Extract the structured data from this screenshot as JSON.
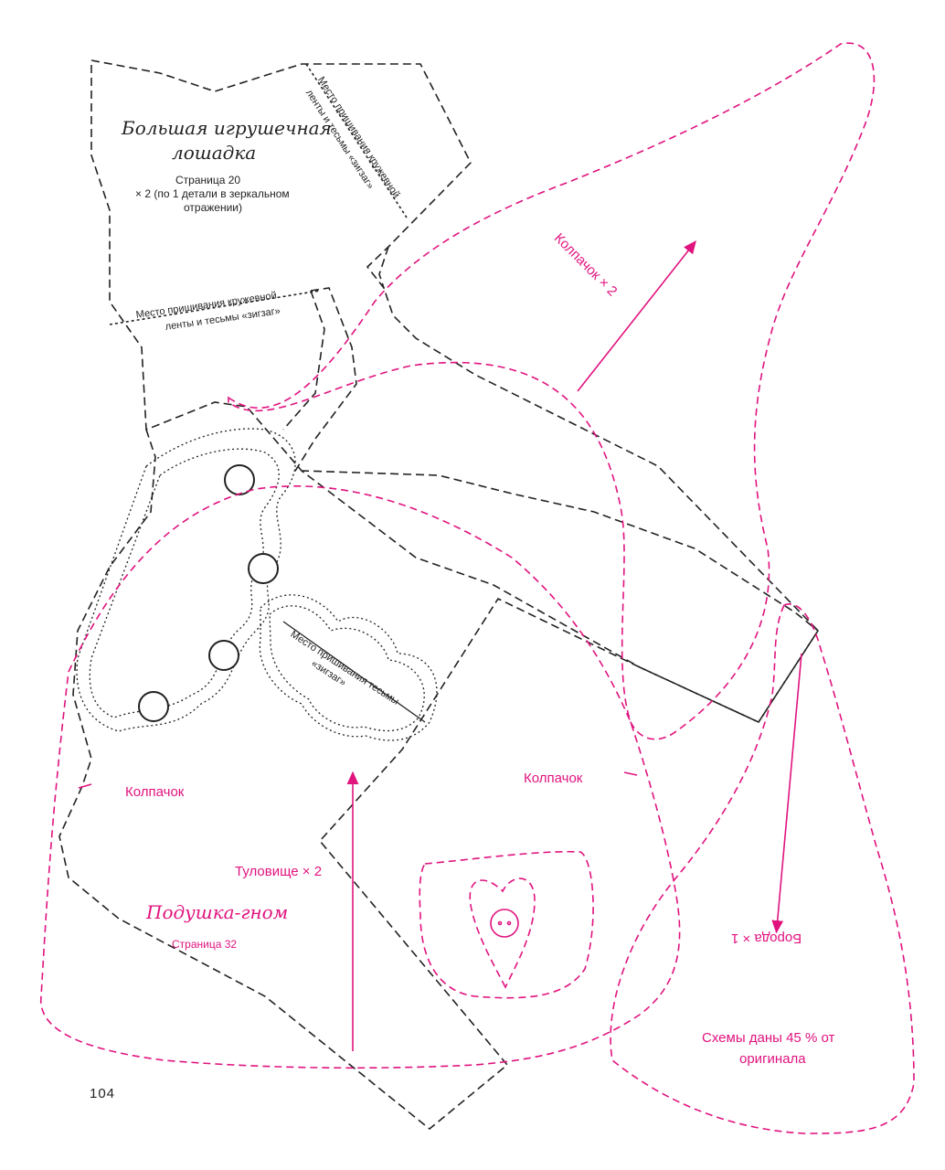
{
  "colors": {
    "ink": "#222222",
    "accent": "#e0137f"
  },
  "horse": {
    "title_line1": "Большая игрушечная",
    "title_line2": "лошадка",
    "page_ref": "Страница 20",
    "count_line1": "× 2 (по 1 детали в зеркальном",
    "count_line2": "отражении)",
    "lace_line_top_1": "Место пришивания кружевной",
    "lace_line_top_2": "ленты и тесьмы «зигзаг»",
    "lace_line_mid_1": "Место пришивания кружевной",
    "lace_line_mid_2": "ленты и тесьмы «зигзаг»",
    "zigzag_line_1": "Место пришивания тесьмы",
    "zigzag_line_2": "«зигзаг»"
  },
  "gnome": {
    "cap_x2": "Колпачок × 2",
    "cap_left": "Колпачок",
    "cap_center": "Колпачок",
    "body_x2": "Туловище × 2",
    "title": "Подушка-гном",
    "page_ref": "Страница 32",
    "beard_x1": "Борода × 1",
    "scale_line1": "Схемы даны 45 % от",
    "scale_line2": "оригинала"
  },
  "page_number": "104"
}
